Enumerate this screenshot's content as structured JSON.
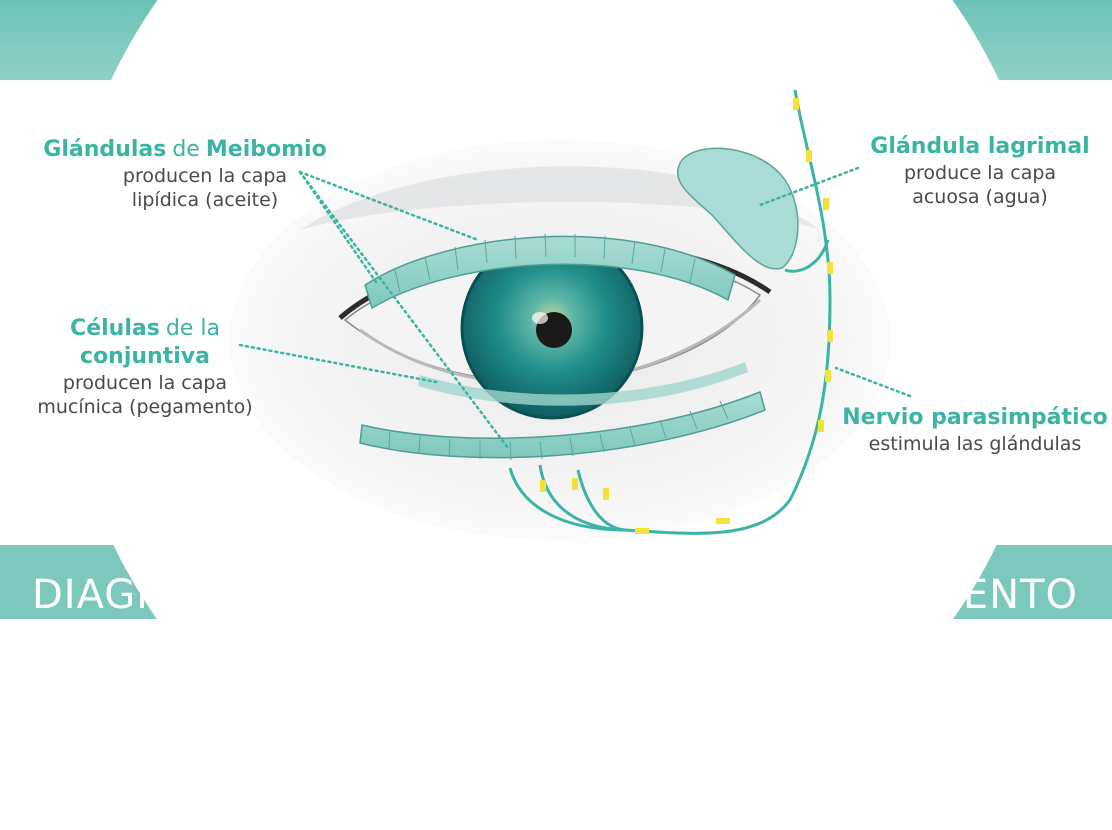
{
  "labels": {
    "meibomio": {
      "word1": "Glándulas",
      "word2": "de",
      "word3": "Meibomio",
      "line2": "producen la capa",
      "line3": "lipídica (aceite)"
    },
    "lagrimal": {
      "title": "Glándula lagrimal",
      "line2": "produce la capa",
      "line3": "acuosa (agua)"
    },
    "celulas": {
      "word1": "Células",
      "word2": "de la",
      "word3": "conjuntiva",
      "line2": "producen la capa",
      "line3": "mucínica (pegamento)"
    },
    "nervio": {
      "title": "Nervio parasimpático",
      "line2": "estimula las glándulas"
    }
  },
  "footer": {
    "left": "DIAGNÓSTICO",
    "right": "TRATAMIENTO"
  },
  "colors": {
    "accent": "#3bb4a3",
    "band": "#7dc8bd",
    "nerve_yellow": "#f3e23a",
    "text": "#4a4a4a"
  }
}
